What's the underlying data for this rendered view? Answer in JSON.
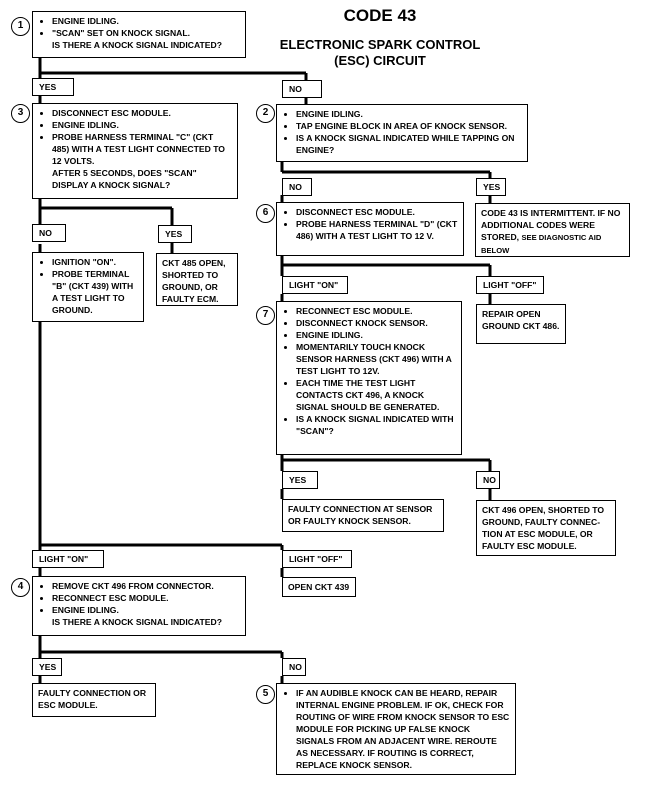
{
  "header": {
    "code": "CODE 43",
    "title_line1": "ELECTRONIC SPARK CONTROL",
    "title_line2": "(ESC) CIRCUIT"
  },
  "steps": {
    "s1": {
      "num": "1",
      "bullets": [
        "ENGINE IDLING.",
        "\"SCAN\" SET ON KNOCK SIGNAL."
      ],
      "question": "IS THERE A KNOCK SIGNAL INDICATED?"
    },
    "s2": {
      "num": "2",
      "bullets": [
        "ENGINE IDLING.",
        "TAP ENGINE BLOCK IN AREA OF KNOCK SENSOR.",
        "IS A KNOCK SIGNAL INDICATED WHILE TAPPING ON ENGINE?"
      ]
    },
    "s3": {
      "num": "3",
      "bullets": [
        "DISCONNECT ESC MODULE.",
        "ENGINE IDLING.",
        "PROBE HARNESS TERMINAL \"C\" (CKT 485) WITH A TEST LIGHT CONNECTED TO 12 VOLTS."
      ],
      "question": "AFTER 5 SECONDS, DOES \"SCAN\" DISPLAY A KNOCK SIGNAL?"
    },
    "s6": {
      "num": "6",
      "bullets": [
        "DISCONNECT ESC MODULE.",
        "PROBE HARNESS TERMINAL \"D\" (CKT 486) WITH A TEST LIGHT TO 12 V."
      ]
    },
    "s7": {
      "num": "7",
      "bullets": [
        "RECONNECT ESC MODULE.",
        "DISCONNECT KNOCK SENSOR.",
        "ENGINE IDLING.",
        "MOMENTARILY TOUCH KNOCK SENSOR HARNESS (CKT 496) WITH A TEST LIGHT TO 12V.",
        "EACH TIME THE TEST LIGHT CONTACTS CKT 496, A KNOCK SIGNAL SHOULD BE GENERATED.",
        "IS A KNOCK SIGNAL INDICATED WITH \"SCAN\"?"
      ]
    },
    "s4": {
      "num": "4",
      "bullets": [
        "REMOVE CKT 496 FROM CONNECTOR.",
        "RECONNECT ESC MODULE.",
        "ENGINE IDLING."
      ],
      "question": "IS THERE A KNOCK SIGNAL INDICATED?"
    },
    "s5": {
      "num": "5",
      "bullets": [
        "IF AN AUDIBLE KNOCK CAN BE HEARD, REPAIR INTERNAL ENGINE PROBLEM. IF OK, CHECK FOR ROUTING OF WIRE FROM KNOCK SENSOR TO ESC MODULE FOR PICKING UP FALSE KNOCK SIGNALS FROM AN ADJACENT WIRE. REROUTE AS NECESSARY. IF ROUTING IS CORRECT, REPLACE KNOCK SENSOR."
      ]
    },
    "ign": {
      "bullets": [
        "IGNITION \"ON\".",
        "PROBE TERMINAL \"B\" (CKT 439) WITH A TEST LIGHT TO GROUND."
      ]
    }
  },
  "results": {
    "intermittent_main": "CODE 43 IS INTERMITTENT. IF NO ADDITIONAL CODES WERE STORED,",
    "intermittent_small": "SEE DIAGNOSTIC AID BELOW",
    "ckt485": "CKT 485 OPEN, SHORTED TO GROUND, OR FAULTY ECM.",
    "ckt486": "REPAIR OPEN GROUND CKT 486.",
    "faulty_sensor": "FAULTY CONNECTION AT SENSOR OR FAULTY KNOCK SENSOR.",
    "ckt496": "CKT 496 OPEN, SHORTED TO GROUND, FAULTY CONNEC- TION AT ESC MODULE, OR FAULTY ESC MODULE.",
    "open439": "OPEN CKT 439",
    "faulty_esc": "FAULTY CONNECTION OR ESC MODULE."
  },
  "labels": {
    "yes": "YES",
    "no": "NO",
    "light_on": "LIGHT \"ON\"",
    "light_off": "LIGHT \"OFF\""
  }
}
